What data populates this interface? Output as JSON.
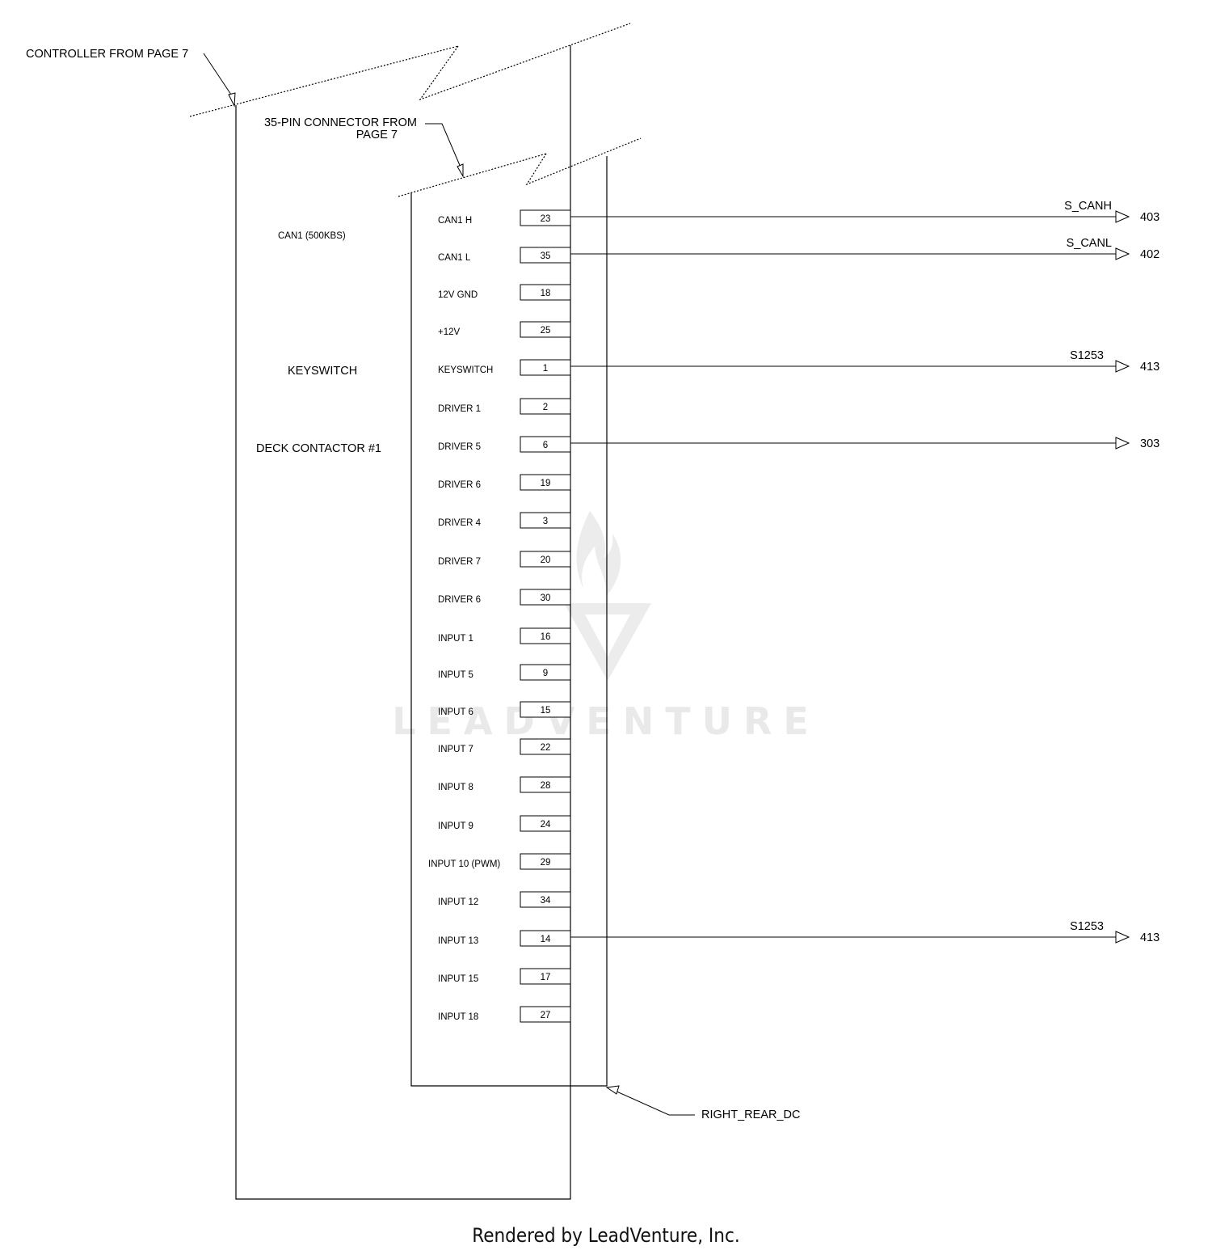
{
  "labels": {
    "controller_ref": "CONTROLLER FROM PAGE 7",
    "connector_ref_line1": "35-PIN CONNECTOR FROM",
    "connector_ref_line2": "PAGE 7",
    "can_group": "CAN1 (500KBS)",
    "keyswitch_group": "KEYSWITCH",
    "deck_group": "DECK CONTACTOR #1",
    "connector_name": "RIGHT_REAR_DC",
    "watermark": "LEADVENTURE",
    "footer": "Rendered by LeadVenture, Inc."
  },
  "pins": [
    {
      "label": "CAN1 H",
      "pin": "23",
      "wire": "S_CANH",
      "dest": "403"
    },
    {
      "label": "CAN1 L",
      "pin": "35",
      "wire": "S_CANL",
      "dest": "402"
    },
    {
      "label": "12V GND",
      "pin": "18"
    },
    {
      "label": "+12V",
      "pin": "25"
    },
    {
      "label": "KEYSWITCH",
      "pin": "1",
      "wire": "S1253",
      "dest": "413"
    },
    {
      "label": "DRIVER 1",
      "pin": "2"
    },
    {
      "label": "DRIVER 5",
      "pin": "6",
      "wire": "",
      "dest": "303"
    },
    {
      "label": "DRIVER 6",
      "pin": "19"
    },
    {
      "label": "DRIVER 4",
      "pin": "3"
    },
    {
      "label": "DRIVER 7",
      "pin": "20"
    },
    {
      "label": "DRIVER 6",
      "pin": "30"
    },
    {
      "label": "INPUT 1",
      "pin": "16"
    },
    {
      "label": "INPUT 5",
      "pin": "9"
    },
    {
      "label": "INPUT 6",
      "pin": "15"
    },
    {
      "label": "INPUT 7",
      "pin": "22"
    },
    {
      "label": "INPUT 8",
      "pin": "28"
    },
    {
      "label": "INPUT 9",
      "pin": "24"
    },
    {
      "label": "INPUT 10 (PWM)",
      "pin": "29"
    },
    {
      "label": "INPUT 12",
      "pin": "34"
    },
    {
      "label": "INPUT 13",
      "pin": "14",
      "wire": "S1253",
      "dest": "413"
    },
    {
      "label": "INPUT 15",
      "pin": "17"
    },
    {
      "label": "INPUT 18",
      "pin": "27"
    }
  ]
}
